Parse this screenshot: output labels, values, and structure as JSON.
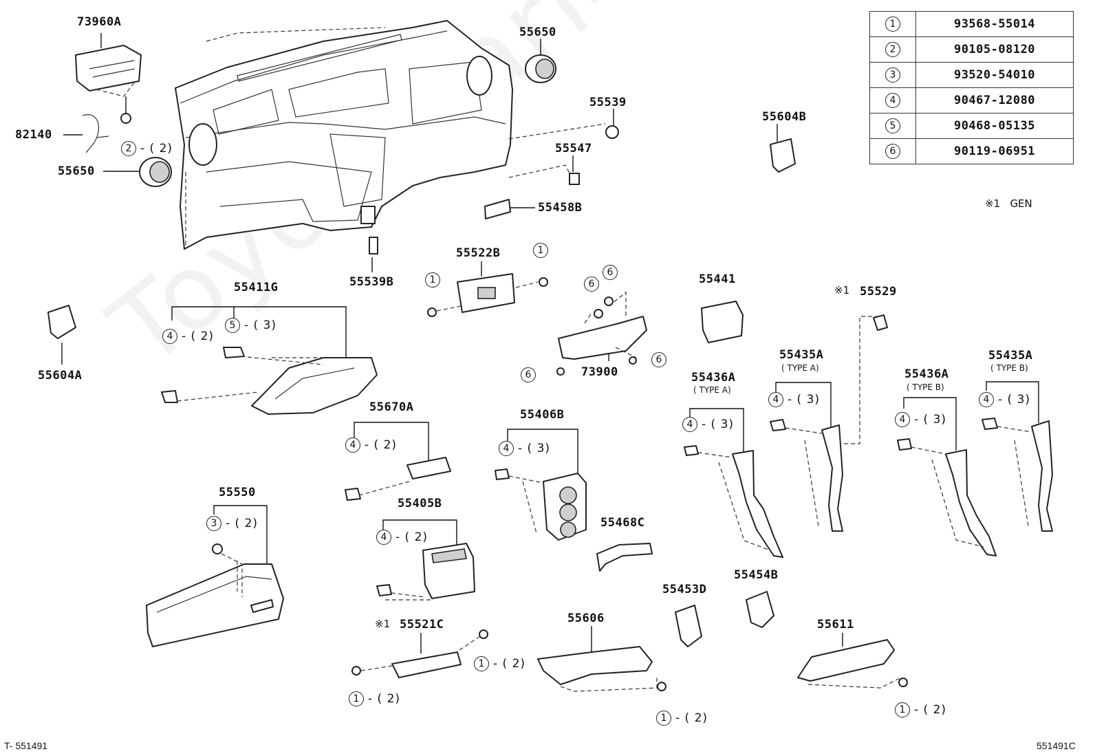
{
  "watermark": "ToyotaCarMine.ru",
  "labels": {
    "p73960A": "73960A",
    "p82140": "82140",
    "p55650_left": "55650",
    "p55650_top": "55650",
    "p55539": "55539",
    "p55547": "55547",
    "p55458B": "55458B",
    "p55539B": "55539B",
    "p55604B": "55604B",
    "p55604A": "55604A",
    "p55411G": "55411G",
    "p55522B": "55522B",
    "p55441": "55441",
    "p55529": "55529",
    "p73900": "73900",
    "p55670A": "55670A",
    "p55406B": "55406B",
    "p55436A_a": "55436A",
    "p55435A_a": "55435A",
    "p55436A_b": "55436A",
    "p55435A_b": "55435A",
    "p55550": "55550",
    "p55405B": "55405B",
    "p55468C": "55468C",
    "p55453D": "55453D",
    "p55454B": "55454B",
    "p55606": "55606",
    "p55521C": "55521C",
    "p55611": "55611"
  },
  "types": {
    "type_a_1": "( TYPE A)",
    "type_a_2": "( TYPE A)",
    "type_b_1": "( TYPE B)",
    "type_b_2": "( TYPE B)"
  },
  "star_mark": "※1",
  "callouts": [
    {
      "num": "2",
      "qty": "- ( 2)"
    },
    {
      "num": "4",
      "qty": "- ( 2)"
    },
    {
      "num": "5",
      "qty": "- ( 3)"
    },
    {
      "num": "1",
      "qty": ""
    },
    {
      "num": "1",
      "qty": ""
    },
    {
      "num": "6",
      "qty": ""
    },
    {
      "num": "6",
      "qty": ""
    },
    {
      "num": "6",
      "qty": ""
    },
    {
      "num": "6",
      "qty": ""
    },
    {
      "num": "4",
      "qty": "- ( 2)"
    },
    {
      "num": "4",
      "qty": "- ( 3)"
    },
    {
      "num": "4",
      "qty": "- ( 3)"
    },
    {
      "num": "4",
      "qty": "- ( 3)"
    },
    {
      "num": "4",
      "qty": "- ( 3)"
    },
    {
      "num": "4",
      "qty": "- ( 3)"
    },
    {
      "num": "3",
      "qty": "- ( 2)"
    },
    {
      "num": "4",
      "qty": "- ( 2)"
    },
    {
      "num": "1",
      "qty": "- ( 2)"
    },
    {
      "num": "1",
      "qty": "- ( 2)"
    },
    {
      "num": "1",
      "qty": "- ( 2)"
    },
    {
      "num": "1",
      "qty": "- ( 2)"
    }
  ],
  "ref_table": [
    {
      "no": "1",
      "part": "93568-55014"
    },
    {
      "no": "2",
      "part": "90105-08120"
    },
    {
      "no": "3",
      "part": "93520-54010"
    },
    {
      "no": "4",
      "part": "90467-12080"
    },
    {
      "no": "5",
      "part": "90468-05135"
    },
    {
      "no": "6",
      "part": "90119-06951"
    }
  ],
  "note": {
    "mark": "※1",
    "text": "GEN"
  },
  "footer": {
    "left": "T- 551491",
    "right": "551491C"
  }
}
